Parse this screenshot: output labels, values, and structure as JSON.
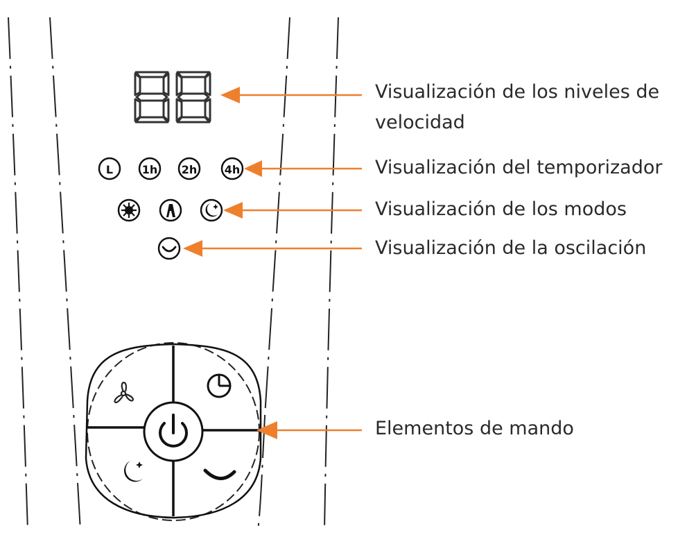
{
  "callouts": {
    "speed_display": "Visualización de los niveles de",
    "speed_display_line2": "velocidad",
    "timer_display": "Visualización del temporizador",
    "modes_display": "Visualización de los modos",
    "oscillation_display": "Visualización de la oscilación",
    "controls": "Elementos de mando"
  },
  "panel": {
    "digits": "88",
    "timer_indicators": [
      "L",
      "1h",
      "2h",
      "4h"
    ]
  },
  "colors": {
    "arrow": "#ee7f2d",
    "line": "#111111"
  },
  "icons": {
    "mode_indicators": [
      "sun-icon",
      "auto-icon",
      "moon-star-icon"
    ],
    "oscillation_indicator": "oscillation-icon",
    "buttons": [
      "fan-speed-icon",
      "timer-clock-icon",
      "power-icon",
      "sleep-moon-icon",
      "oscillation-icon"
    ]
  }
}
